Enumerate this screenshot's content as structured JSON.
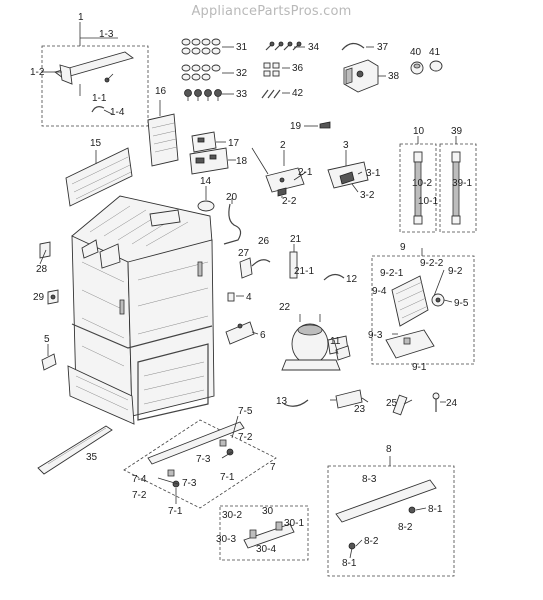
{
  "watermark": "AppliancePartsPros.com",
  "labels": [
    {
      "id": "1",
      "text": "1"
    },
    {
      "id": "1-3",
      "text": "1-3"
    },
    {
      "id": "1-2",
      "text": "1-2"
    },
    {
      "id": "1-1",
      "text": "1-1"
    },
    {
      "id": "1-4",
      "text": "1-4"
    },
    {
      "id": "31",
      "text": "31"
    },
    {
      "id": "32",
      "text": "32"
    },
    {
      "id": "33",
      "text": "33"
    },
    {
      "id": "34",
      "text": "34"
    },
    {
      "id": "36",
      "text": "36"
    },
    {
      "id": "37",
      "text": "37"
    },
    {
      "id": "38",
      "text": "38"
    },
    {
      "id": "40",
      "text": "40"
    },
    {
      "id": "41",
      "text": "41"
    },
    {
      "id": "42",
      "text": "42"
    },
    {
      "id": "16",
      "text": "16"
    },
    {
      "id": "15",
      "text": "15"
    },
    {
      "id": "17",
      "text": "17"
    },
    {
      "id": "18",
      "text": "18"
    },
    {
      "id": "19",
      "text": "19"
    },
    {
      "id": "14",
      "text": "14"
    },
    {
      "id": "20",
      "text": "20"
    },
    {
      "id": "2",
      "text": "2"
    },
    {
      "id": "2-1",
      "text": "2-1"
    },
    {
      "id": "2-2",
      "text": "2-2"
    },
    {
      "id": "3",
      "text": "3"
    },
    {
      "id": "3-1",
      "text": "3-1"
    },
    {
      "id": "3-2",
      "text": "3-2"
    },
    {
      "id": "10",
      "text": "10"
    },
    {
      "id": "10-2",
      "text": "10-2"
    },
    {
      "id": "10-1",
      "text": "10-1"
    },
    {
      "id": "39",
      "text": "39"
    },
    {
      "id": "39-1",
      "text": "39-1"
    },
    {
      "id": "28",
      "text": "28"
    },
    {
      "id": "29",
      "text": "29"
    },
    {
      "id": "27",
      "text": "27"
    },
    {
      "id": "26",
      "text": "26"
    },
    {
      "id": "21",
      "text": "21"
    },
    {
      "id": "21-1",
      "text": "21-1"
    },
    {
      "id": "12",
      "text": "12"
    },
    {
      "id": "4",
      "text": "4"
    },
    {
      "id": "22",
      "text": "22"
    },
    {
      "id": "11",
      "text": "11"
    },
    {
      "id": "6",
      "text": "6"
    },
    {
      "id": "9",
      "text": "9"
    },
    {
      "id": "9-2-1",
      "text": "9-2-1"
    },
    {
      "id": "9-2-2",
      "text": "9-2-2"
    },
    {
      "id": "9-2",
      "text": "9-2"
    },
    {
      "id": "9-4",
      "text": "9-4"
    },
    {
      "id": "9-5",
      "text": "9-5"
    },
    {
      "id": "9-3",
      "text": "9-3"
    },
    {
      "id": "9-1",
      "text": "9-1"
    },
    {
      "id": "5",
      "text": "5"
    },
    {
      "id": "13",
      "text": "13"
    },
    {
      "id": "23",
      "text": "23"
    },
    {
      "id": "25",
      "text": "25"
    },
    {
      "id": "24",
      "text": "24"
    },
    {
      "id": "7-5",
      "text": "7-5"
    },
    {
      "id": "7-2a",
      "text": "7-2"
    },
    {
      "id": "7-3a",
      "text": "7-3"
    },
    {
      "id": "7",
      "text": "7"
    },
    {
      "id": "7-1a",
      "text": "7-1"
    },
    {
      "id": "7-4",
      "text": "7-4"
    },
    {
      "id": "7-3b",
      "text": "7-3"
    },
    {
      "id": "7-2b",
      "text": "7-2"
    },
    {
      "id": "7-1b",
      "text": "7-1"
    },
    {
      "id": "35",
      "text": "35"
    },
    {
      "id": "8",
      "text": "8"
    },
    {
      "id": "8-3",
      "text": "8-3"
    },
    {
      "id": "8-1a",
      "text": "8-1"
    },
    {
      "id": "8-2a",
      "text": "8-2"
    },
    {
      "id": "8-2b",
      "text": "8-2"
    },
    {
      "id": "8-1b",
      "text": "8-1"
    },
    {
      "id": "30",
      "text": "30"
    },
    {
      "id": "30-2",
      "text": "30-2"
    },
    {
      "id": "30-1",
      "text": "30-1"
    },
    {
      "id": "30-3",
      "text": "30-3"
    },
    {
      "id": "30-4",
      "text": "30-4"
    }
  ]
}
